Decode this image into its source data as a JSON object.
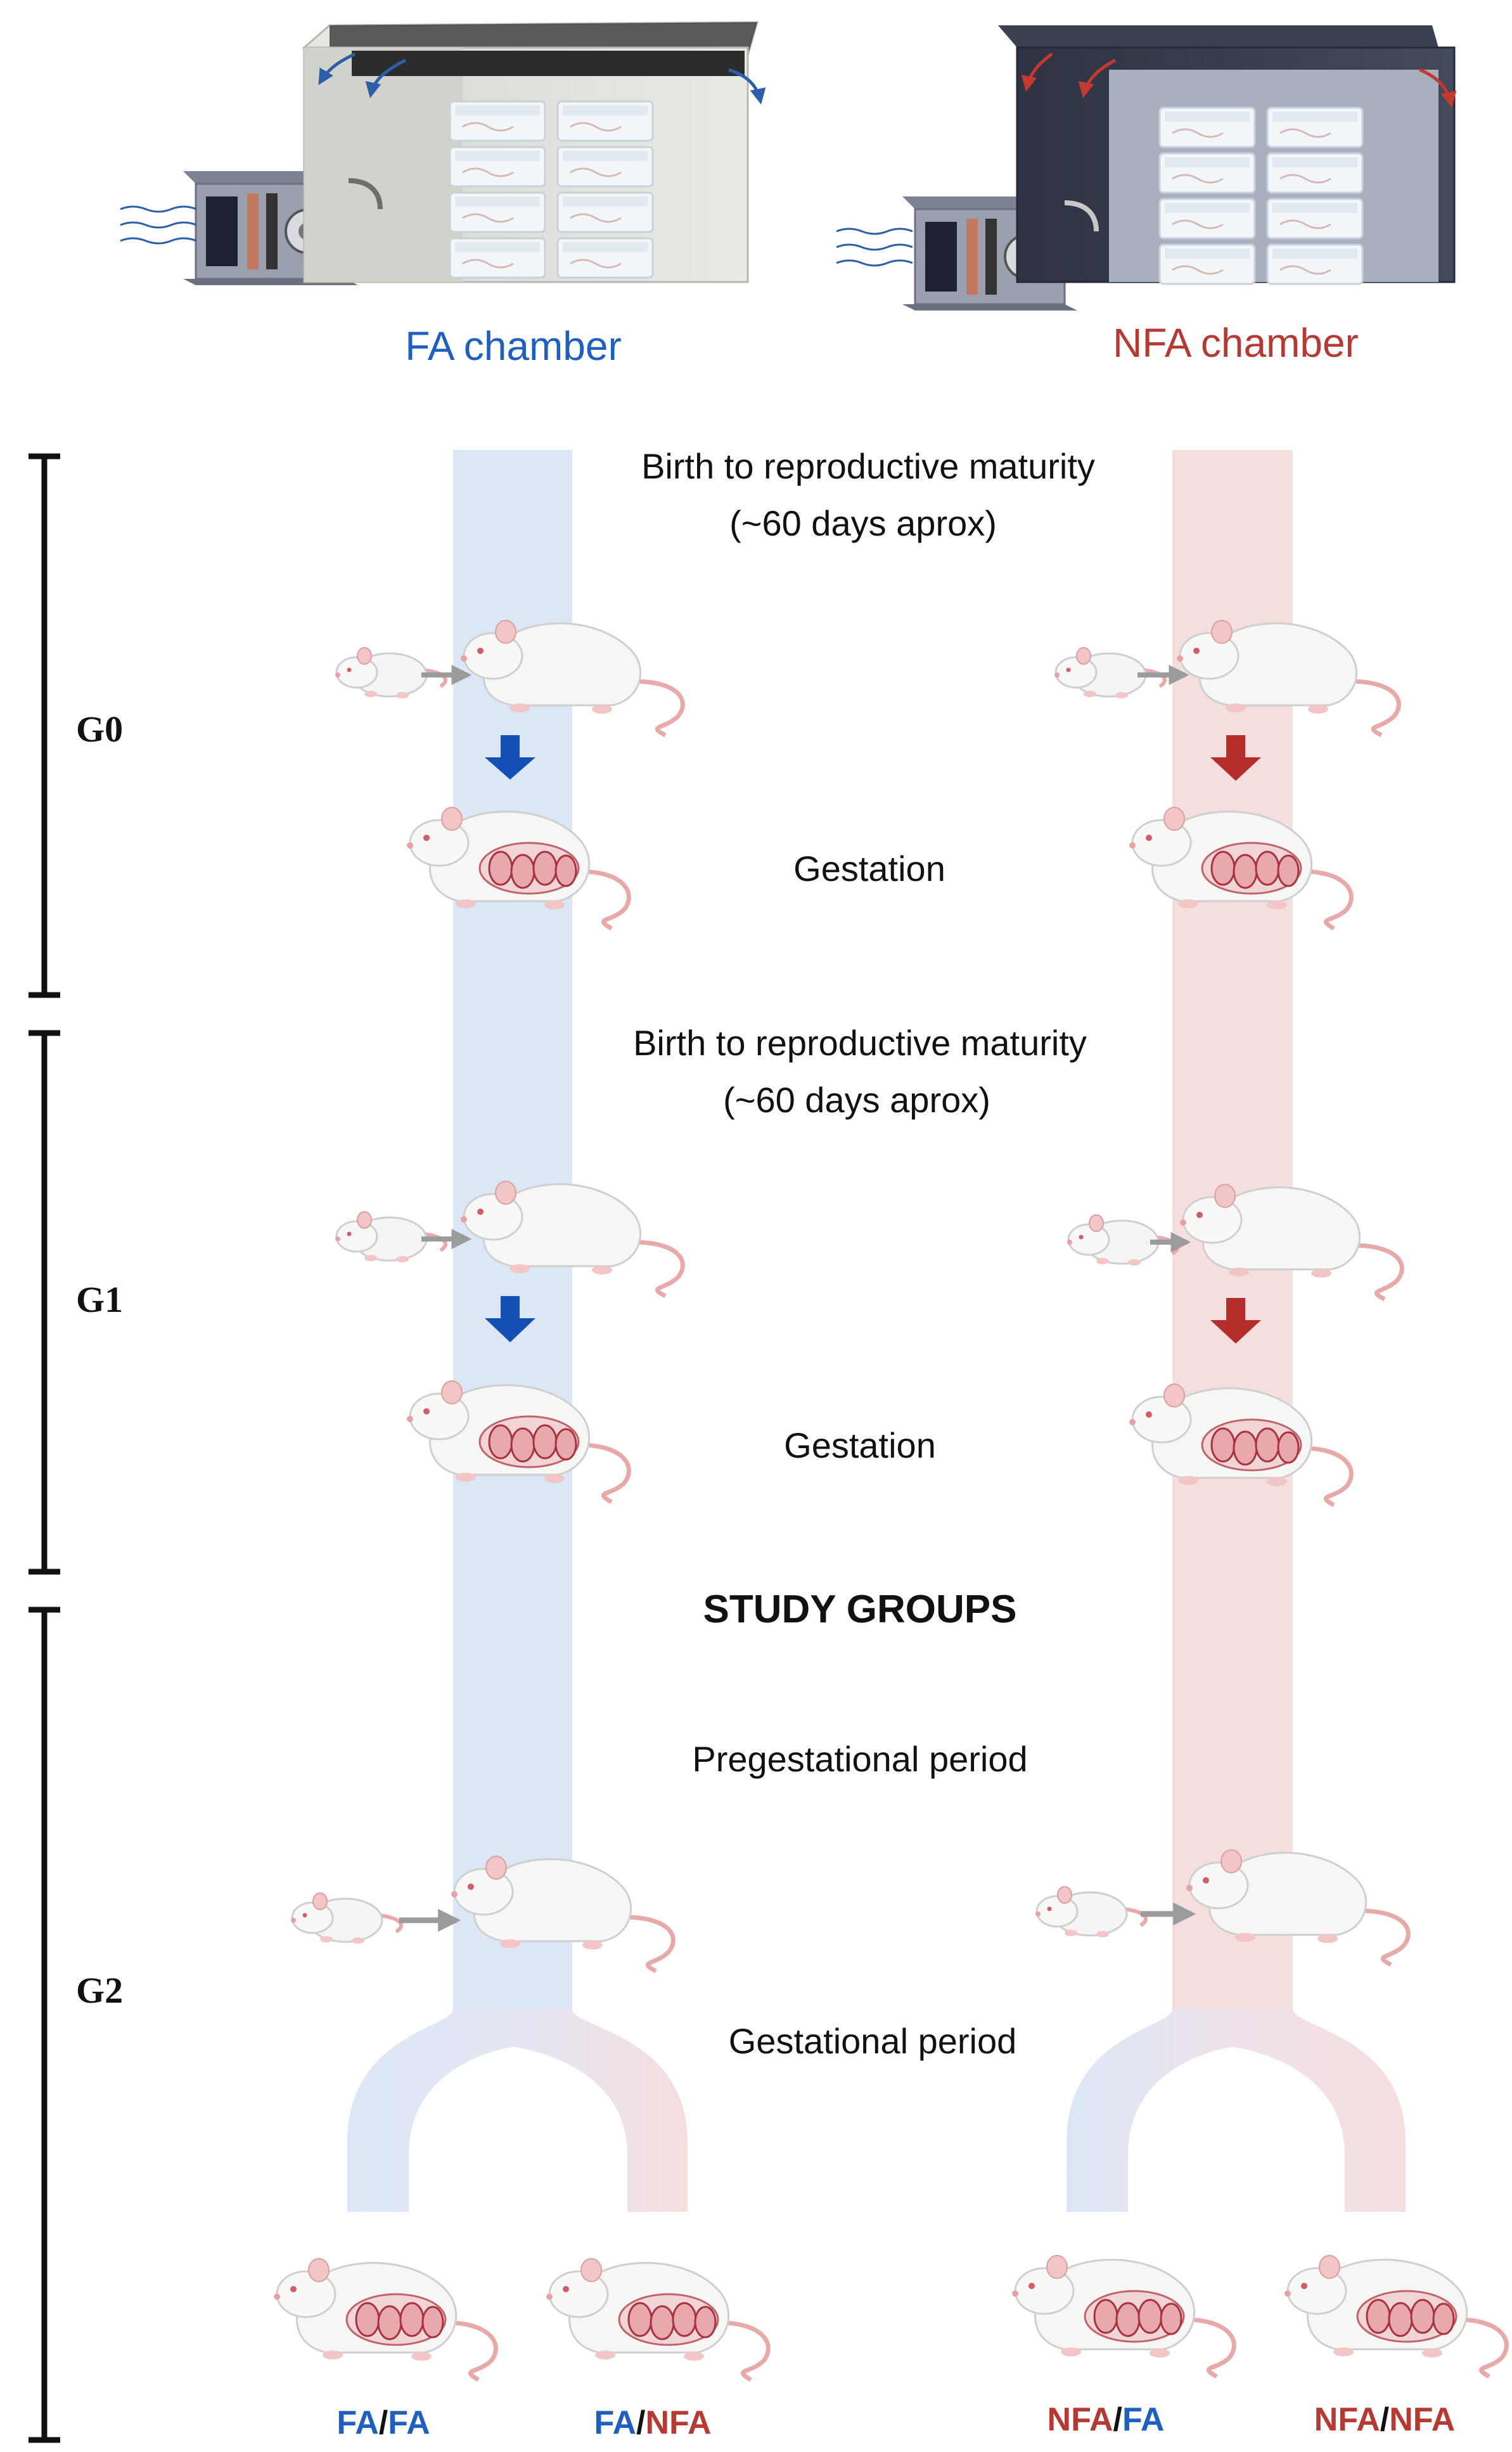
{
  "chambers": {
    "fa": {
      "label": "FA chamber",
      "color": "#1f5fbf"
    },
    "nfa": {
      "label": "NFA chamber",
      "color": "#b53a33"
    }
  },
  "generations": {
    "g0": "G0",
    "g1": "G1",
    "g2": "G2"
  },
  "phases": {
    "g0_maturity_line1": "Birth to reproductive maturity",
    "g0_maturity_line2": "(~60 days aprox)",
    "g0_gestation": "Gestation",
    "g1_maturity_line1": "Birth to reproductive maturity",
    "g1_maturity_line2": "(~60 days aprox)",
    "g1_gestation": "Gestation",
    "study_groups": "STUDY GROUPS",
    "pregestational": "Pregestational period",
    "gestational": "Gestational period"
  },
  "groups": [
    {
      "first": "FA",
      "sep": "/",
      "second": "FA"
    },
    {
      "first": "FA",
      "sep": "/",
      "second": "NFA"
    },
    {
      "first": "NFA",
      "sep": "/",
      "second": "FA"
    },
    {
      "first": "NFA",
      "sep": "/",
      "second": "NFA"
    }
  ],
  "colors": {
    "fa_blue": "#1f5fbf",
    "nfa_red": "#b53a33",
    "fa_band": "#dce7f6",
    "nfa_band": "#f5dede"
  }
}
